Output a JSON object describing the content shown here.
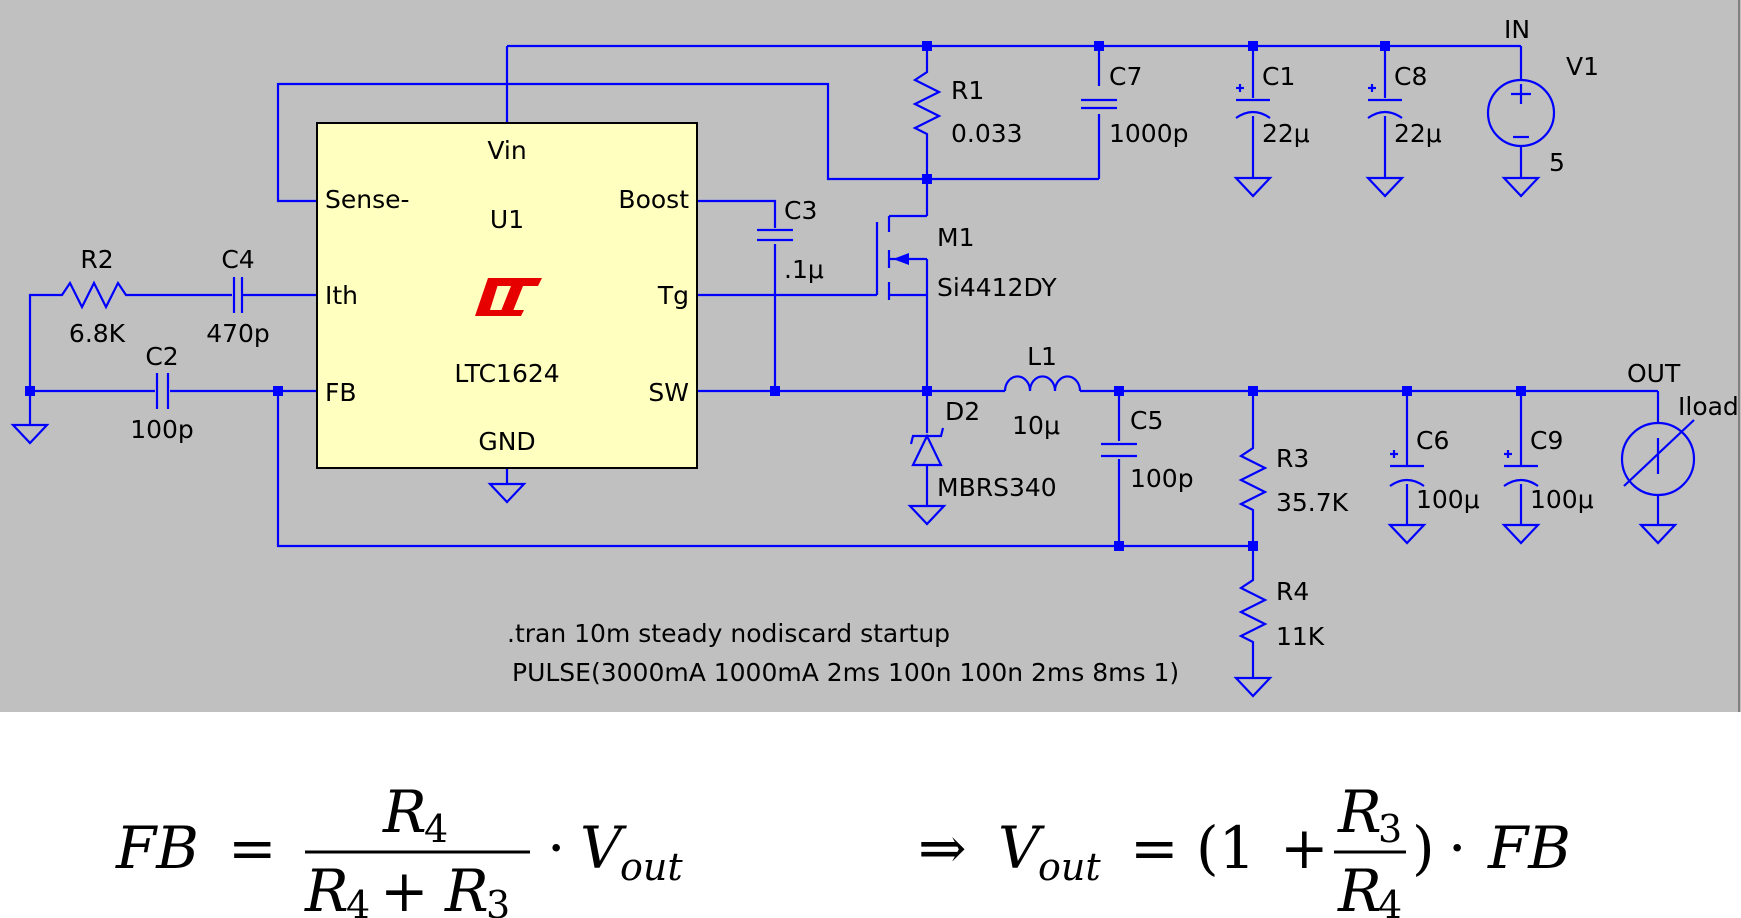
{
  "colors": {
    "canvas": "#c0c0c0",
    "wire": "#0000ff",
    "chip_fill": "#ffffc0",
    "chip_stroke": "#000000",
    "logo": "#e60000"
  },
  "chip": {
    "pins": {
      "vin": "Vin",
      "sense": "Sense-",
      "boost": "Boost",
      "ith": "Ith",
      "tg": "Tg",
      "fb": "FB",
      "sw": "SW",
      "gnd": "GND"
    },
    "ref": "U1",
    "part": "LTC1624",
    "logo_icon": "lt-logo-icon"
  },
  "components": {
    "r1": {
      "name": "R1",
      "value": "0.033"
    },
    "c7": {
      "name": "C7",
      "value": "1000p"
    },
    "c1": {
      "name": "C1",
      "value": "22μ"
    },
    "c8": {
      "name": "C8",
      "value": "22μ"
    },
    "v1": {
      "name": "V1",
      "value": "5"
    },
    "c3": {
      "name": "C3",
      "value": ".1μ"
    },
    "m1": {
      "name": "M1",
      "value": "Si4412DY"
    },
    "r2": {
      "name": "R2",
      "value": "6.8K"
    },
    "c4": {
      "name": "C4",
      "value": "470p"
    },
    "c2": {
      "name": "C2",
      "value": "100p"
    },
    "l1": {
      "name": "L1",
      "value": "10μ"
    },
    "d2": {
      "name": "D2",
      "value": "MBRS340"
    },
    "c5": {
      "name": "C5",
      "value": "100p"
    },
    "r3": {
      "name": "R3",
      "value": "35.7K"
    },
    "c6": {
      "name": "C6",
      "value": "100μ"
    },
    "c9": {
      "name": "C9",
      "value": "100μ"
    },
    "r4": {
      "name": "R4",
      "value": "11K"
    },
    "iload": {
      "name": "Iload"
    }
  },
  "nets": {
    "in": "IN",
    "out": "OUT"
  },
  "directives": {
    "tran": ".tran 10m steady nodiscard startup",
    "pulse": "PULSE(3000mA 1000mA 2ms 100n 100n 2ms 8ms 1)"
  },
  "equations": {
    "eq1": {
      "lhs": "FB",
      "equals": "=",
      "num_var": "R",
      "num_sub": "4",
      "den_a_var": "R",
      "den_a_sub": "4",
      "den_plus": "+",
      "den_b_var": "R",
      "den_b_sub": "3",
      "dot": "·",
      "v_var": "V",
      "v_sub": "out"
    },
    "eq2": {
      "arrow": "⇒",
      "v_var": "V",
      "v_sub": "out",
      "equals": "=",
      "open": "(1",
      "plus": "+",
      "num_var": "R",
      "num_sub": "3",
      "den_var": "R",
      "den_sub": "4",
      "close": ")",
      "dot": "·",
      "rhs": "FB"
    }
  }
}
